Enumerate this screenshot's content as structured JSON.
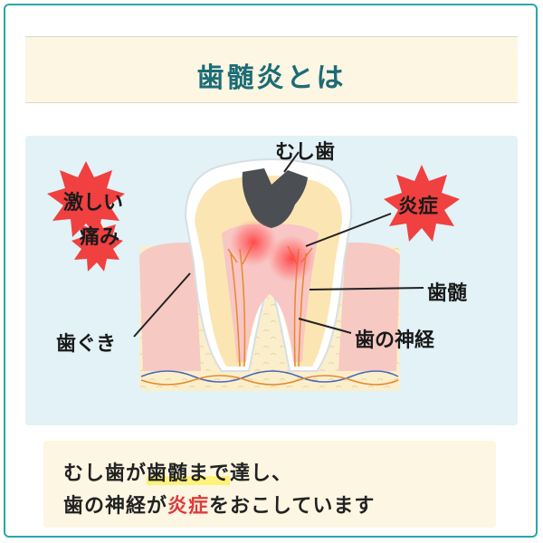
{
  "title": "歯髄炎とは",
  "labels": {
    "cavity": "むし歯",
    "inflammation": "炎症",
    "pain_line1": "激しい",
    "pain_line2": "痛み",
    "pulp": "歯髄",
    "gum": "歯ぐき",
    "nerve": "歯の神経"
  },
  "caption": {
    "line1_a": "むし歯が",
    "line1_hl": "歯髄まで",
    "line1_b": "達し、",
    "line2_a": "歯の神経が",
    "line2_red": "炎症",
    "line2_b": "をおこしています"
  },
  "colors": {
    "accent": "#2aa6ad",
    "title_text": "#1c6c76",
    "starburst": "#f04040",
    "highlight": "#fff27a",
    "panel_bg": "#fcf6e2",
    "diagram_bg": "#e2f2f7"
  }
}
